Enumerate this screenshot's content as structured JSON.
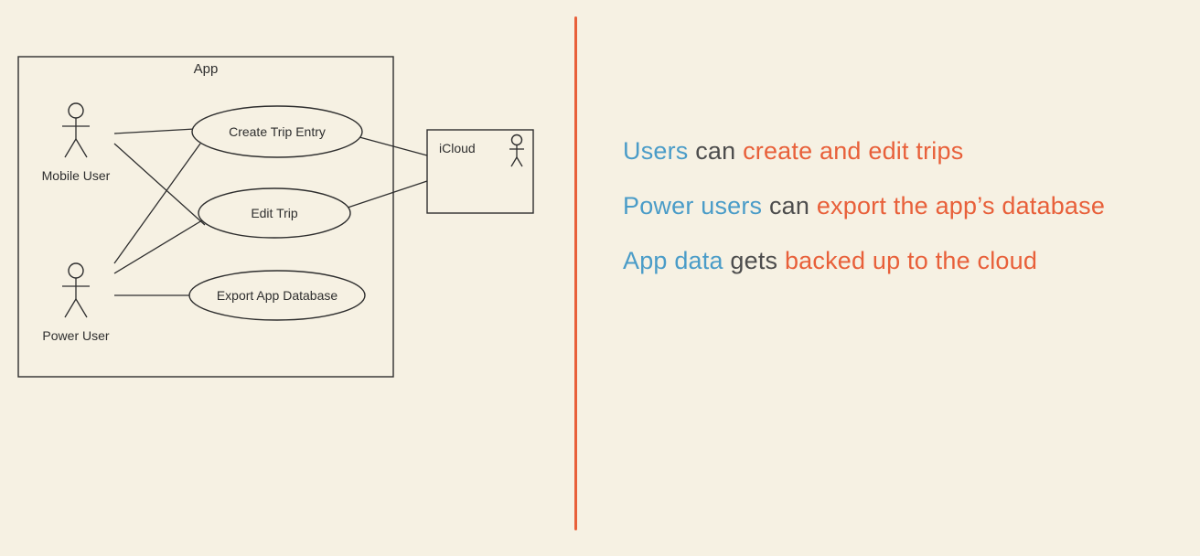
{
  "page": {
    "background_color": "#f6f1e3"
  },
  "colors": {
    "ink": "#2e2e2e",
    "blue": "#4a9cc8",
    "gray": "#4d4d4d",
    "orange": "#e8603a",
    "divider": "#e8603a"
  },
  "diagram": {
    "system_label": "App",
    "actors": [
      {
        "label": "Mobile User"
      },
      {
        "label": "Power User"
      }
    ],
    "use_cases": [
      {
        "label": "Create Trip Entry"
      },
      {
        "label": "Edit Trip"
      },
      {
        "label": "Export App Database"
      }
    ],
    "external_system": {
      "label": "iCloud"
    }
  },
  "notes": [
    {
      "segments": [
        {
          "text": "Users ",
          "color": "blue"
        },
        {
          "text": "can ",
          "color": "gray"
        },
        {
          "text": "create and edit trips",
          "color": "orange"
        }
      ]
    },
    {
      "segments": [
        {
          "text": "Power users ",
          "color": "blue"
        },
        {
          "text": "can ",
          "color": "gray"
        },
        {
          "text": "export the app’s database",
          "color": "orange"
        }
      ]
    },
    {
      "segments": [
        {
          "text": "App data ",
          "color": "blue"
        },
        {
          "text": "gets ",
          "color": "gray"
        },
        {
          "text": "backed up to the cloud",
          "color": "orange"
        }
      ]
    }
  ]
}
